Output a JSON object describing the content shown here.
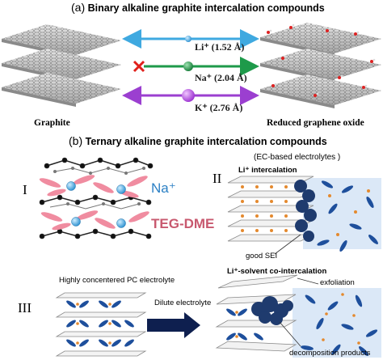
{
  "panel_a": {
    "letter": "(a)",
    "title": "Binary alkaline graphite intercalation compounds",
    "left_label": "Graphite",
    "right_label": "Reduced graphene oxide",
    "ions": [
      {
        "label": "Li⁺ (1.52 Å)",
        "color": "#3fa9e0"
      },
      {
        "label": "Na⁺ (2.04 Å)",
        "color": "#1e9a4a"
      },
      {
        "label": "K⁺ (2.76 Å)",
        "color": "#9b3fd0"
      }
    ]
  },
  "panel_b": {
    "letter": "(b)",
    "title": "Ternary alkaline graphite intercalation compounds",
    "I": {
      "numeral": "I",
      "ion": "Na⁺",
      "solvent": "TEG-DME"
    },
    "II": {
      "numeral": "II",
      "electrolyte": "(EC-based electrolytes )",
      "process": "Li⁺ intercalation",
      "sei": "good SEI"
    },
    "III": {
      "numeral": "III",
      "left_caption": "Highly concentered PC electrolyte",
      "arrow_label": "Dilute electrolyte",
      "process": "Li⁺-solvent co-intercalation",
      "exfoliation": "exfoliation",
      "decomposition": "decomposition products"
    }
  }
}
